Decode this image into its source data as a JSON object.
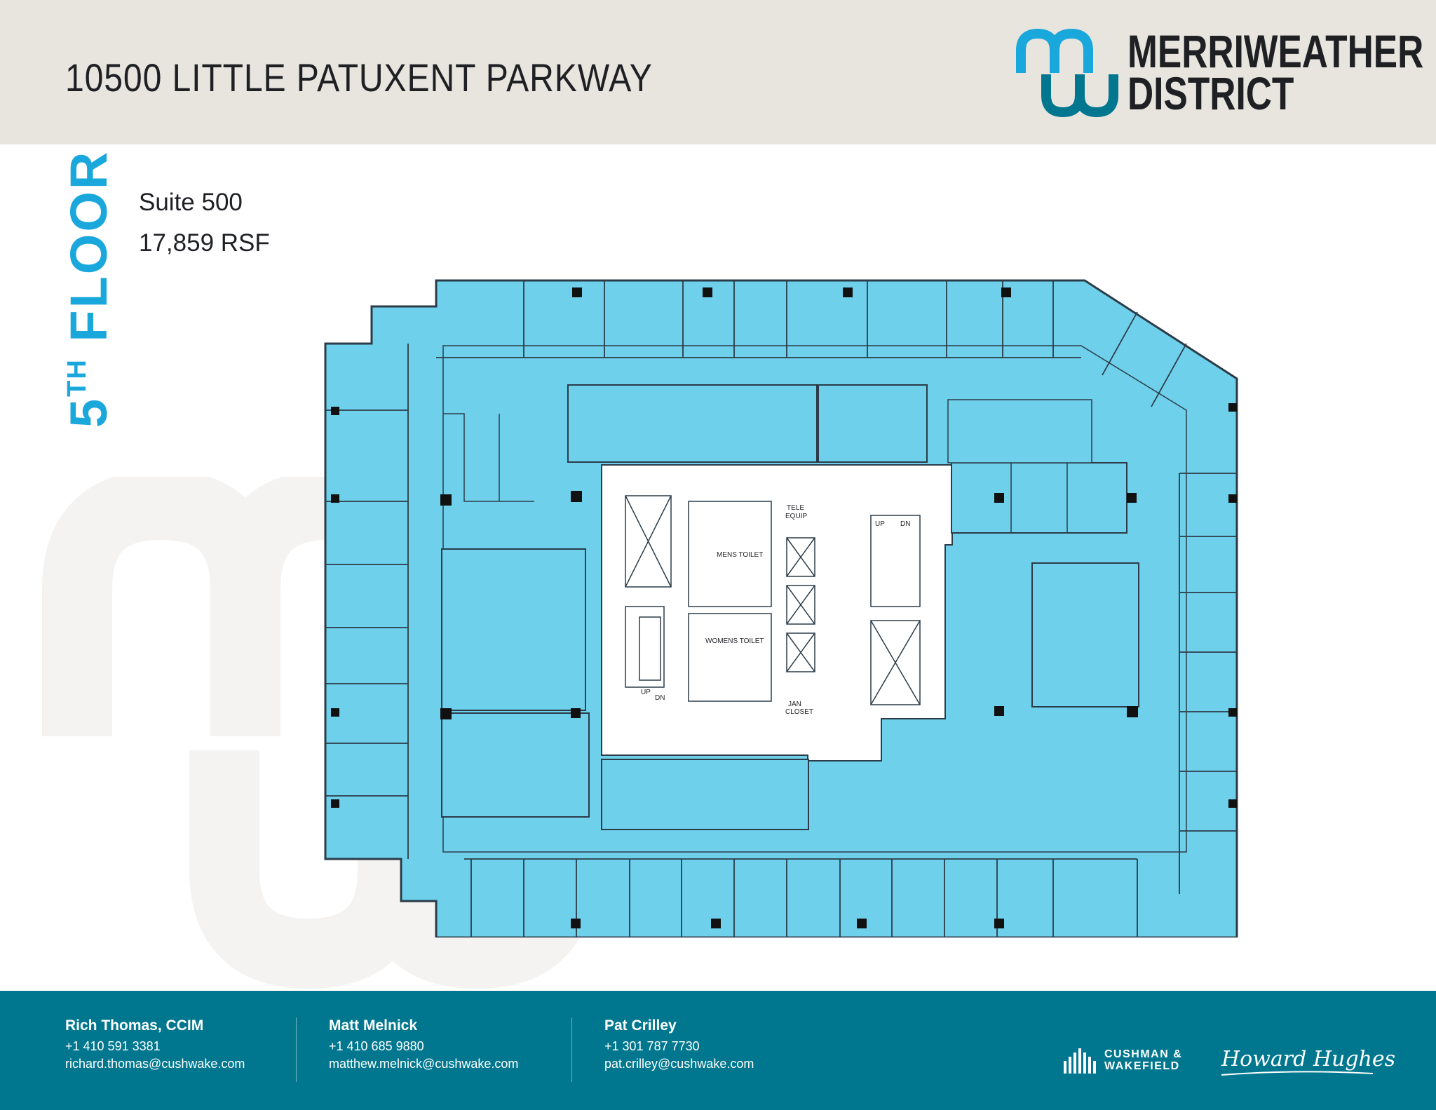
{
  "header": {
    "address": "10500 LITTLE PATUXENT PARKWAY",
    "logo_line1": "MERRIWEATHER",
    "logo_line2": "DISTRICT"
  },
  "floor": {
    "number": "5",
    "suffix": "TH",
    "word": "FLOOR",
    "suite": "Suite 500",
    "area": "17,859 RSF"
  },
  "plan_labels": {
    "tele_equip_1": "TELE",
    "tele_equip_2": "EQUIP",
    "mens_toilet": "MENS TOILET",
    "womens_toilet": "WOMENS TOILET",
    "jan_closet_1": "JAN",
    "jan_closet_2": "CLOSET",
    "stair_left_up": "UP",
    "stair_left_dn": "DN",
    "stair_right_up": "UP",
    "stair_right_dn": "DN"
  },
  "contacts": [
    {
      "name": "Rich Thomas, CCIM",
      "phone": "+1 410 591 3381",
      "email": "richard.thomas@cushwake.com"
    },
    {
      "name": "Matt Melnick",
      "phone": "+1 410 685 9880",
      "email": "matthew.melnick@cushwake.com"
    },
    {
      "name": "Pat Crilley",
      "phone": "+1 301 787 7730",
      "email": "pat.crilley@cushwake.com"
    }
  ],
  "footer_logos": {
    "cw_line1": "CUSHMAN &",
    "cw_line2": "WAKEFIELD",
    "hh": "Howard Hughes"
  },
  "colors": {
    "accent": "#1aa8dc",
    "plan_fill": "#6fd0ec",
    "footer": "#00778e",
    "header": "#e8e5df"
  }
}
